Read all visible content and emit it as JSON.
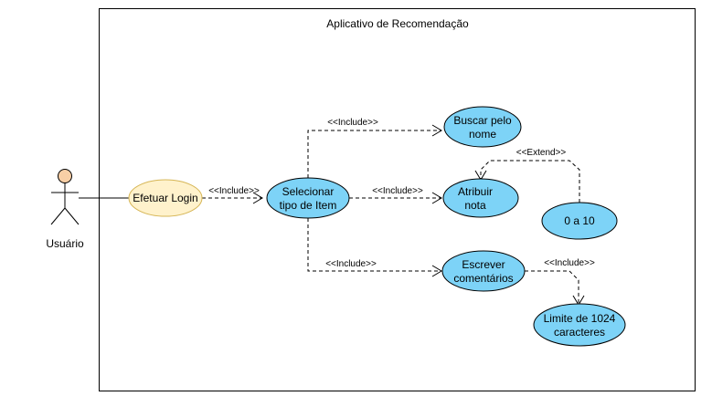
{
  "system": {
    "title": "Aplicativo de Recomendação"
  },
  "actor": {
    "name": "Usuário"
  },
  "use_cases": {
    "login": {
      "label": "Efetuar Login"
    },
    "select": {
      "line1": "Selecionar",
      "line2": "tipo de Item"
    },
    "search": {
      "line1": "Buscar pelo",
      "line2": "nome"
    },
    "rate": {
      "line1": "Atribuir",
      "line2": "nota"
    },
    "range": {
      "label": "0 a 10"
    },
    "comment": {
      "line1": "Escrever",
      "line2": "comentários"
    },
    "limit": {
      "line1": "Limite de 1024",
      "line2": "caracteres"
    }
  },
  "relations": {
    "login_select": "<<Include>>",
    "select_search": "<<Include>>",
    "select_rate": "<<Include>>",
    "select_comment": "<<Include>>",
    "range_rate": "<<Extend>>",
    "comment_limit": "<<Include>>"
  },
  "colors": {
    "login_fill": "#fff2cc",
    "login_stroke": "#d6b656",
    "uc_fill": "#7dd3f7",
    "uc_stroke": "#000000",
    "actor_head": "#f8cfa6"
  }
}
